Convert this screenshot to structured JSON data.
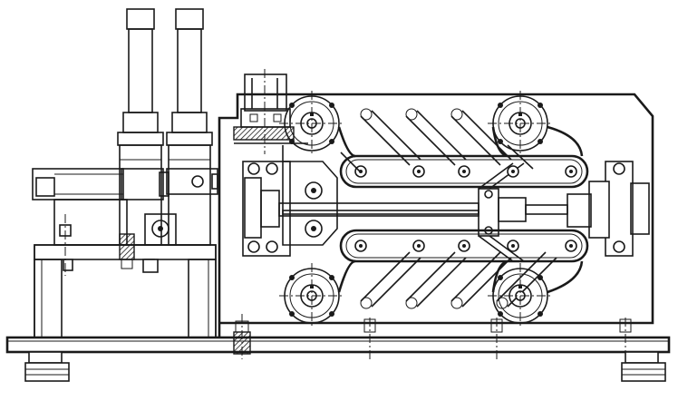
{
  "drawing": {
    "kind": "mechanical assembly line drawing",
    "line_color": "#1a1a1a",
    "background_color": "#ffffff",
    "sprockets": 4,
    "chain_loops": 2,
    "chain_rollers_per_loop": 5,
    "diagonal_slots": 10,
    "cylinders": 2
  }
}
